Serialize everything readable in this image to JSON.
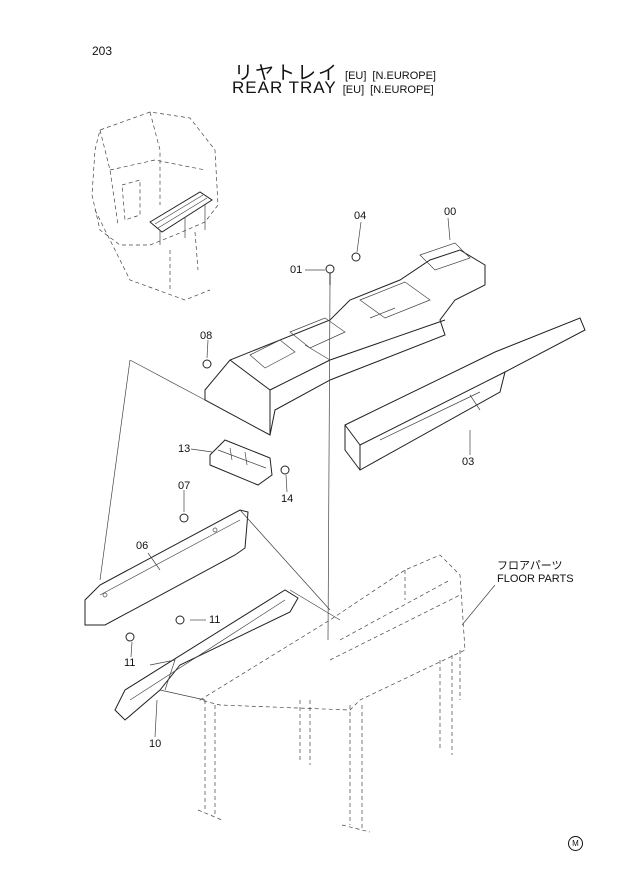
{
  "page_number": "203",
  "title": {
    "jp": "リヤトレイ",
    "en": "REAR TRAY",
    "tags": [
      "[EU]",
      "[N.EUROPE]"
    ]
  },
  "callouts": {
    "c00": "00",
    "c01": "01",
    "c03": "03",
    "c04": "04",
    "c06": "06",
    "c07": "07",
    "c08": "08",
    "c10": "10",
    "c11a": "11",
    "c11b": "11",
    "c13": "13",
    "c14": "14"
  },
  "floor_parts": {
    "jp": "フロアパーツ",
    "en": "FLOOR PARTS"
  },
  "corner_mark": "M"
}
